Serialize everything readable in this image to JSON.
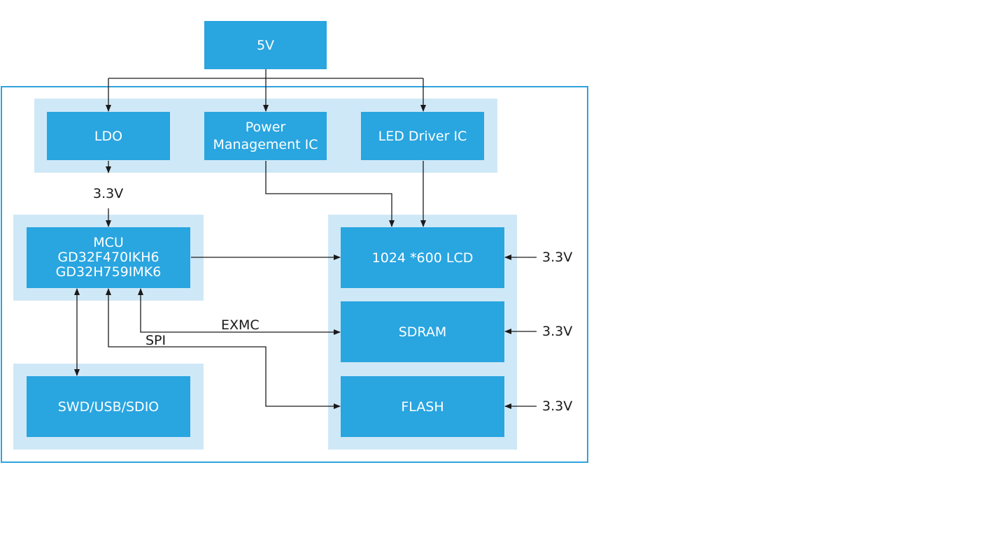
{
  "colors": {
    "block_fill": "#29a5e0",
    "group_fill": "#cfe8f7",
    "frame_stroke": "#2ea3dd",
    "wire": "#1a1a1a",
    "block_text": "#ffffff"
  },
  "blocks": {
    "v5": "5V",
    "ldo": "LDO",
    "pmic": [
      "Power",
      "Management IC"
    ],
    "led_driver": "LED Driver IC",
    "mcu": [
      "MCU",
      "GD32F470IKH6",
      "GD32H759IMK6"
    ],
    "swd": "SWD/USB/SDIO",
    "lcd": "1024 *600 LCD",
    "sdram": "SDRAM",
    "flash": "FLASH"
  },
  "labels": {
    "ldo_out": "3.3V",
    "lcd_supply": "3.3V",
    "sdram_supply": "3.3V",
    "flash_supply": "3.3V",
    "exmc": "EXMC",
    "spi": "SPI"
  }
}
